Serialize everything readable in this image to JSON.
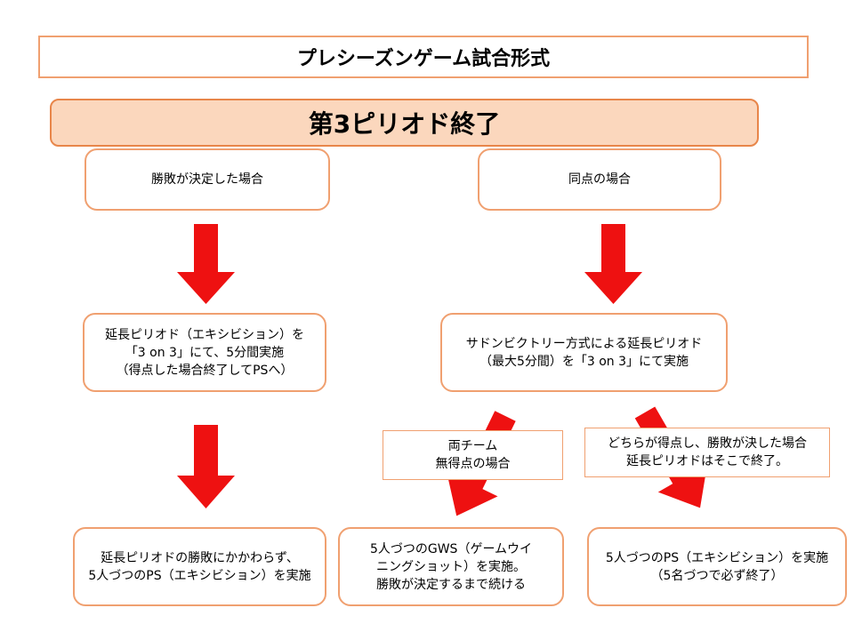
{
  "title": "プレシーズンゲーム試合形式",
  "banner": "第3ピリオド終了",
  "left": {
    "condition": "勝敗が決定した場合",
    "overtime": "延長ピリオド（エキシビション）を\n「3 on 3」にて、5分間実施\n（得点した場合終了してPSへ）",
    "result": "延長ピリオドの勝敗にかかわらず、\n5人づつのPS（エキシビション）を実施"
  },
  "right": {
    "condition": "同点の場合",
    "overtime": "サドンビクトリー方式による延長ピリオド\n（最大5分間）を「3 on 3」にて実施",
    "no_score_label": "両チーム\n無得点の場合",
    "scored_label": "どちらが得点し、勝敗が決した場合\n延長ピリオドはそこで終了。",
    "gws": "5人づつのGWS（ゲームウイ\nニングショット）を実施。\n勝敗が決定するまで続ける",
    "ps": "5人づつのPS（エキシビション）を実施\n（5名づつで必ず終了）"
  },
  "colors": {
    "arrow": "#ee1111",
    "border": "#f0a070",
    "banner_fill": "#fbd7bd"
  }
}
